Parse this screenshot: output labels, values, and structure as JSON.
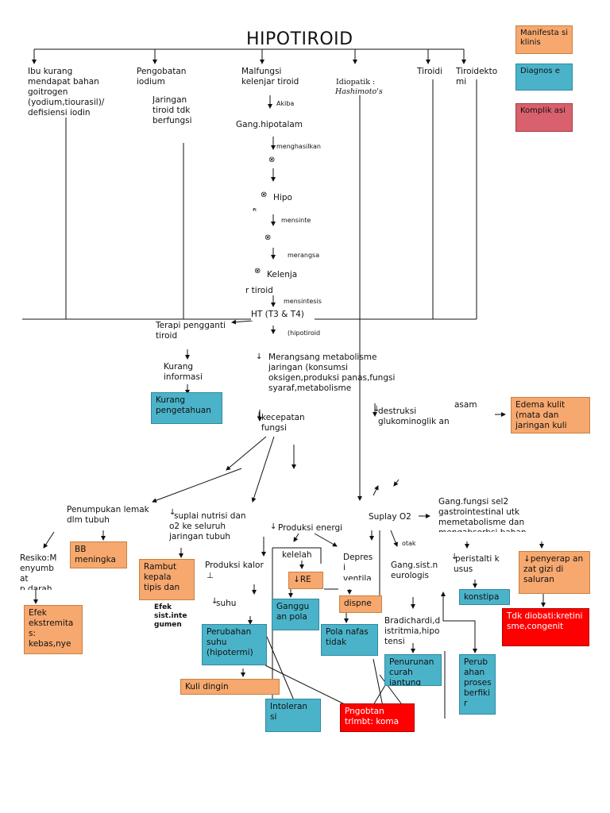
{
  "title": "HIPOTIROID",
  "legend": {
    "manifestasi": "Manifesta si klinis",
    "diagnose": "Diagnos e",
    "komplikasi": "Komplik asi"
  },
  "causes": {
    "ibu": "Ibu kurang mendapat bahan goitrogen (yodium,tiourasil)/ defisiensi iodin",
    "pengobatan": "Pengobatan iodium",
    "jaringan": "Jaringan tiroid tdk berfungsi",
    "malfungsi": "Malfungsi kelenjar tiroid",
    "idiopatik": "Idiopatik :",
    "hashimoto": "Hashimoto's",
    "tiroiditis": "Tiroidi",
    "tiroidektomi": "Tiroidekto mi"
  },
  "chain": {
    "akibat": "Akiba",
    "gang_hipotalamus": "Gang.hipotalam",
    "menghasilkan": "menghasilkan",
    "hipofisis": "Hipo",
    "hipofisis_tail": "fi",
    "mensintesis1": "mensinte",
    "merangsang": "merangsa",
    "kelenjar": "Kelenja",
    "kelenjar2": "r tiroid",
    "mensintesis2": "mensintesis",
    "ht": "HT (T3 & T4)",
    "hipotiroid": "(hipotiroid",
    "metabolisme": "Merangsang metabolisme jaringan (konsumsi oksigen,produksi panas,fungsi syaraf,metabolisme",
    "terapi": "Terapi pengganti tiroid",
    "kurang_info": "Kurang informasi",
    "kurang_pengetahuan": "Kurang pengetahuan",
    "kecepatan": "kecepatan fungsi",
    "destruksi": "destruksi glukominoglik an",
    "asam": "asam",
    "edema": "Edema kulit (mata dan jaringan kuli"
  },
  "effects": {
    "penumpukan": "Penumpukan lemak dlm tubuh",
    "resiko": "Resiko:M enyumb at p.darah",
    "bb": "BB meningka",
    "efek_ekstremitas": "Efek ekstremita s: kebas,nye",
    "suplai_nutrisi": "suplai nutrisi dan o2 ke seluruh jaringan tubuh",
    "rambut": "Rambut kepala tipis dan",
    "efek_integumen": "Efek sist.inte gumen",
    "produksi_energi": "Produksi energi",
    "produksi_kalor": "Produksi kalor",
    "suhu": "suhu",
    "perubahan_suhu": "Perubahan suhu (hipotermi)",
    "kulit_dingin": "Kuli dingin",
    "intoleransi": "Intoleran si",
    "kelelahan": "kelelah",
    "re": "RE",
    "gangguan_pola": "Ganggu an pola",
    "depresi": "Depres i",
    "ventilasi": "ventila",
    "dispnea": "dispne",
    "pola_nafas": "Pola nafas tidak",
    "suplay_o2": "Suplay O2",
    "otak": "otak",
    "gang_sist": "Gang.sist.n eurologis",
    "bradichardi": "Bradichardi,d istritmia,hipo tensi",
    "penurunan_curah": "Penurunan curah jantung",
    "pengobatan_koma": "Pngobtan trlmbt: koma",
    "gang_fungsi": "Gang.fungsi sel2 gastrointestinal utk memetabolisme dan mengabsorbsi bahan",
    "peristaltik": "peristalti k usus",
    "konstipasi": "konstipa",
    "perubahan_berfikir": "Perub ahan proses berfiki r",
    "penyerapan": "penyerap an zat gizi di saluran",
    "tdk_diobati": "Tdk diobati:kretini sme,congenit"
  },
  "colors": {
    "manifestasi": "#f6a86f",
    "diagnosa": "#4bb3c9",
    "komplikasi": "#d9606d",
    "emergency": "#ff0000"
  }
}
